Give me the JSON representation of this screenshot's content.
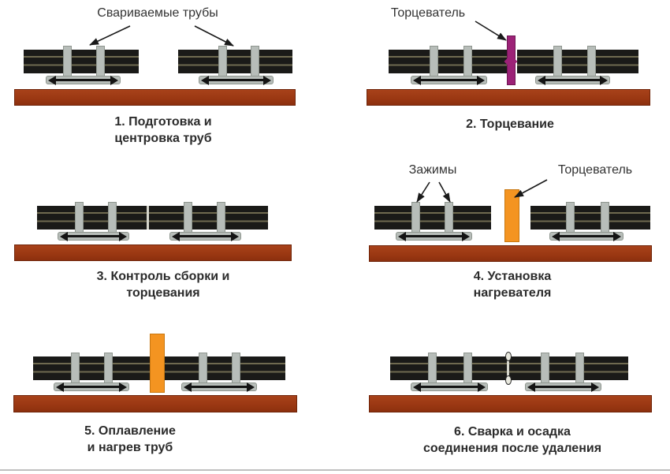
{
  "annotations": {
    "welded_pipes": "Свариваемые трубы",
    "facer_step2": "Торцеватель",
    "clamps": "Зажимы",
    "facer_step4": "Торцеватель"
  },
  "steps": [
    {
      "num": 1,
      "caption": "1. Подготовка и\nцентровка труб"
    },
    {
      "num": 2,
      "caption": "2. Торцевание"
    },
    {
      "num": 3,
      "caption": "3. Контроль сборки и\nторцевания"
    },
    {
      "num": 4,
      "caption": "4. Установка\nнагревателя"
    },
    {
      "num": 5,
      "caption": "5. Оплавление\nи нагрев труб"
    },
    {
      "num": 6,
      "caption": "6. Сварка и осадка\nсоединения после удаления"
    }
  ],
  "colors": {
    "pipe": "#1a1a18",
    "pipe_stripe": "#6f6a50",
    "clamp": "#b7bdb9",
    "rail": "#9a3712",
    "facing_tool": "#9c2277",
    "heater": "#f49421",
    "arrow": "#141414",
    "text": "#2b2b2b"
  }
}
